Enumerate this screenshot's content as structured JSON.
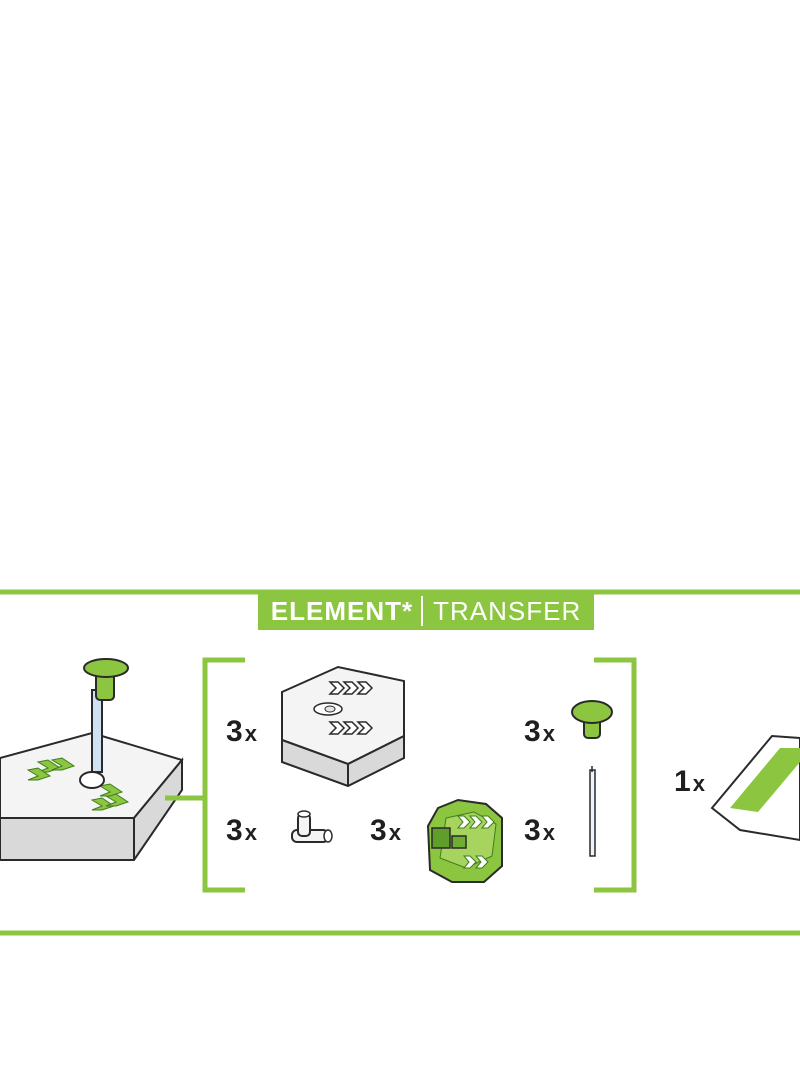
{
  "header": {
    "element_label": "ELEMENT",
    "asterisk": "*",
    "transfer_label": "TRANSFER"
  },
  "quantities": {
    "hex_tile": {
      "count": "3",
      "x": "x"
    },
    "mushroom_cap": {
      "count": "3",
      "x": "x"
    },
    "connector": {
      "count": "3",
      "x": "x"
    },
    "green_wheel": {
      "count": "3",
      "x": "x"
    },
    "thin_rail": {
      "count": "3",
      "x": "x"
    },
    "card": {
      "count": "1",
      "x": "x"
    }
  },
  "colors": {
    "accent_green": "#8cc540",
    "dark_green": "#5f9e2a",
    "text": "#1f1f1f",
    "tile_top": "#f4f4f4",
    "tile_side": "#d9d9d9"
  }
}
